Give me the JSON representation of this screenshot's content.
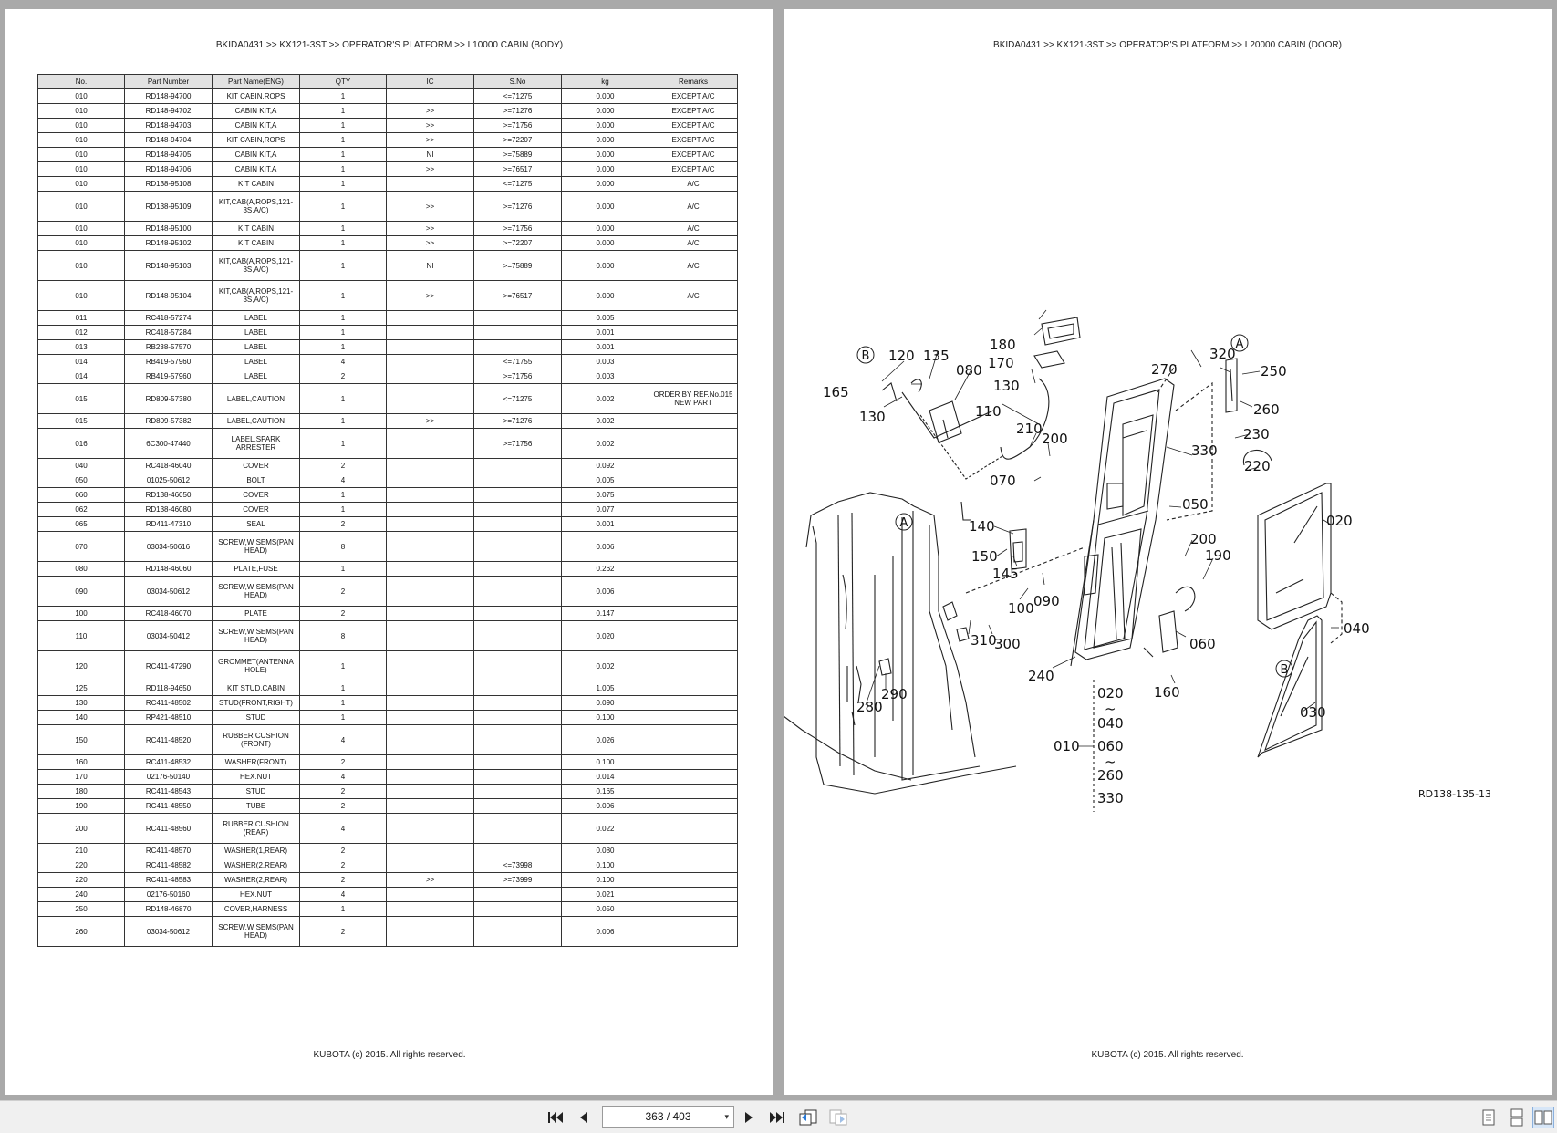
{
  "left_page": {
    "header": "BKIDA0431 >> KX121-3ST >> OPERATOR'S PLATFORM >> L10000   CABIN (BODY)",
    "footer": "KUBOTA (c) 2015. All rights reserved.",
    "columns": [
      "No.",
      "Part Number",
      "Part Name(ENG)",
      "QTY",
      "IC",
      "S.No",
      "kg",
      "Remarks"
    ],
    "rows": [
      [
        "010",
        "RD148-94700",
        "KIT CABIN,ROPS",
        "1",
        "",
        "<=71275",
        "0.000",
        "EXCEPT A/C"
      ],
      [
        "010",
        "RD148-94702",
        "CABIN KIT,A",
        "1",
        ">>",
        ">=71276",
        "0.000",
        "EXCEPT A/C"
      ],
      [
        "010",
        "RD148-94703",
        "CABIN KIT,A",
        "1",
        ">>",
        ">=71756",
        "0.000",
        "EXCEPT A/C"
      ],
      [
        "010",
        "RD148-94704",
        "KIT CABIN,ROPS",
        "1",
        ">>",
        ">=72207",
        "0.000",
        "EXCEPT A/C"
      ],
      [
        "010",
        "RD148-94705",
        "CABIN KIT,A",
        "1",
        "NI",
        ">=75889",
        "0.000",
        "EXCEPT A/C"
      ],
      [
        "010",
        "RD148-94706",
        "CABIN KIT,A",
        "1",
        ">>",
        ">=76517",
        "0.000",
        "EXCEPT A/C"
      ],
      [
        "010",
        "RD138-95108",
        "KIT CABIN",
        "1",
        "",
        "<=71275",
        "0.000",
        "A/C"
      ],
      [
        "010",
        "RD138-95109",
        "KIT,CAB(A,ROPS,121-3S,A/C)",
        "1",
        ">>",
        ">=71276",
        "0.000",
        "A/C"
      ],
      [
        "010",
        "RD148-95100",
        "KIT CABIN",
        "1",
        ">>",
        ">=71756",
        "0.000",
        "A/C"
      ],
      [
        "010",
        "RD148-95102",
        "KIT CABIN",
        "1",
        ">>",
        ">=72207",
        "0.000",
        "A/C"
      ],
      [
        "010",
        "RD148-95103",
        "KIT,CAB(A,ROPS,121-3S,A/C)",
        "1",
        "NI",
        ">=75889",
        "0.000",
        "A/C"
      ],
      [
        "010",
        "RD148-95104",
        "KIT,CAB(A,ROPS,121-3S,A/C)",
        "1",
        ">>",
        ">=76517",
        "0.000",
        "A/C"
      ],
      [
        "011",
        "RC418-57274",
        "LABEL",
        "1",
        "",
        "",
        "0.005",
        ""
      ],
      [
        "012",
        "RC418-57284",
        "LABEL",
        "1",
        "",
        "",
        "0.001",
        ""
      ],
      [
        "013",
        "RB238-57570",
        "LABEL",
        "1",
        "",
        "",
        "0.001",
        ""
      ],
      [
        "014",
        "RB419-57960",
        "LABEL",
        "4",
        "",
        "<=71755",
        "0.003",
        ""
      ],
      [
        "014",
        "RB419-57960",
        "LABEL",
        "2",
        "",
        ">=71756",
        "0.003",
        ""
      ],
      [
        "015",
        "RD809-57380",
        "LABEL,CAUTION",
        "1",
        "",
        "<=71275",
        "0.002",
        "ORDER BY REF.No.015 NEW PART"
      ],
      [
        "015",
        "RD809-57382",
        "LABEL,CAUTION",
        "1",
        ">>",
        ">=71276",
        "0.002",
        ""
      ],
      [
        "016",
        "6C300-47440",
        "LABEL,SPARK ARRESTER",
        "1",
        "",
        ">=71756",
        "0.002",
        ""
      ],
      [
        "040",
        "RC418-46040",
        "COVER",
        "2",
        "",
        "",
        "0.092",
        ""
      ],
      [
        "050",
        "01025-50612",
        "BOLT",
        "4",
        "",
        "",
        "0.005",
        ""
      ],
      [
        "060",
        "RD138-46050",
        "COVER",
        "1",
        "",
        "",
        "0.075",
        ""
      ],
      [
        "062",
        "RD138-46080",
        "COVER",
        "1",
        "",
        "",
        "0.077",
        ""
      ],
      [
        "065",
        "RD411-47310",
        "SEAL",
        "2",
        "",
        "",
        "0.001",
        ""
      ],
      [
        "070",
        "03034-50616",
        "SCREW,W SEMS(PAN HEAD)",
        "8",
        "",
        "",
        "0.006",
        ""
      ],
      [
        "080",
        "RD148-46060",
        "PLATE,FUSE",
        "1",
        "",
        "",
        "0.262",
        ""
      ],
      [
        "090",
        "03034-50612",
        "SCREW,W SEMS(PAN HEAD)",
        "2",
        "",
        "",
        "0.006",
        ""
      ],
      [
        "100",
        "RC418-46070",
        "PLATE",
        "2",
        "",
        "",
        "0.147",
        ""
      ],
      [
        "110",
        "03034-50412",
        "SCREW,W SEMS(PAN HEAD)",
        "8",
        "",
        "",
        "0.020",
        ""
      ],
      [
        "120",
        "RC411-47290",
        "GROMMET(ANTENNA HOLE)",
        "1",
        "",
        "",
        "0.002",
        ""
      ],
      [
        "125",
        "RD118-94650",
        "KIT STUD,CABIN",
        "1",
        "",
        "",
        "1.005",
        ""
      ],
      [
        "130",
        "RC411-48502",
        "STUD(FRONT,RIGHT)",
        "1",
        "",
        "",
        "0.090",
        ""
      ],
      [
        "140",
        "RP421-48510",
        "STUD",
        "1",
        "",
        "",
        "0.100",
        ""
      ],
      [
        "150",
        "RC411-48520",
        "RUBBER CUSHION (FRONT)",
        "4",
        "",
        "",
        "0.026",
        ""
      ],
      [
        "160",
        "RC411-48532",
        "WASHER(FRONT)",
        "2",
        "",
        "",
        "0.100",
        ""
      ],
      [
        "170",
        "02176-50140",
        "HEX.NUT",
        "4",
        "",
        "",
        "0.014",
        ""
      ],
      [
        "180",
        "RC411-48543",
        "STUD",
        "2",
        "",
        "",
        "0.165",
        ""
      ],
      [
        "190",
        "RC411-48550",
        "TUBE",
        "2",
        "",
        "",
        "0.006",
        ""
      ],
      [
        "200",
        "RC411-48560",
        "RUBBER CUSHION (REAR)",
        "4",
        "",
        "",
        "0.022",
        ""
      ],
      [
        "210",
        "RC411-48570",
        "WASHER(1,REAR)",
        "2",
        "",
        "",
        "0.080",
        ""
      ],
      [
        "220",
        "RC411-48582",
        "WASHER(2,REAR)",
        "2",
        "",
        "<=73998",
        "0.100",
        ""
      ],
      [
        "220",
        "RC411-48583",
        "WASHER(2,REAR)",
        "2",
        ">>",
        ">=73999",
        "0.100",
        ""
      ],
      [
        "240",
        "02176-50160",
        "HEX.NUT",
        "4",
        "",
        "",
        "0.021",
        ""
      ],
      [
        "250",
        "RD148-46870",
        "COVER,HARNESS",
        "1",
        "",
        "",
        "0.050",
        ""
      ],
      [
        "260",
        "03034-50612",
        "SCREW,W SEMS(PAN HEAD)",
        "2",
        "",
        "",
        "0.006",
        ""
      ]
    ]
  },
  "right_page": {
    "header": "BKIDA0431 >> KX121-3ST >> OPERATOR'S PLATFORM >> L20000   CABIN (DOOR)",
    "footer": "KUBOTA (c) 2015. All rights reserved.",
    "diagram_ref": "RD138-135-13",
    "callouts": [
      "180",
      "170",
      "120",
      "135",
      "080",
      "165",
      "130",
      "130",
      "110",
      "210",
      "200",
      "070",
      "320",
      "270",
      "250",
      "260",
      "230",
      "220",
      "330",
      "050",
      "020",
      "140",
      "150",
      "145",
      "200",
      "190",
      "100",
      "090",
      "310",
      "300",
      "060",
      "040",
      "240",
      "160",
      "280",
      "290",
      "030",
      "020",
      "040",
      "010",
      "060",
      "260",
      "330"
    ],
    "markers": [
      "A",
      "B",
      "A",
      "B"
    ],
    "range_tildes": [
      "~",
      "~"
    ]
  },
  "toolbar": {
    "page_indicator": "363 / 403",
    "dropdown_caret": "▾",
    "icons": [
      "first-page-icon",
      "previous-page-icon",
      "next-page-icon",
      "last-page-icon",
      "go-back-icon",
      "go-forward-icon",
      "single-page-view-icon",
      "continuous-view-icon",
      "two-page-view-icon"
    ]
  }
}
